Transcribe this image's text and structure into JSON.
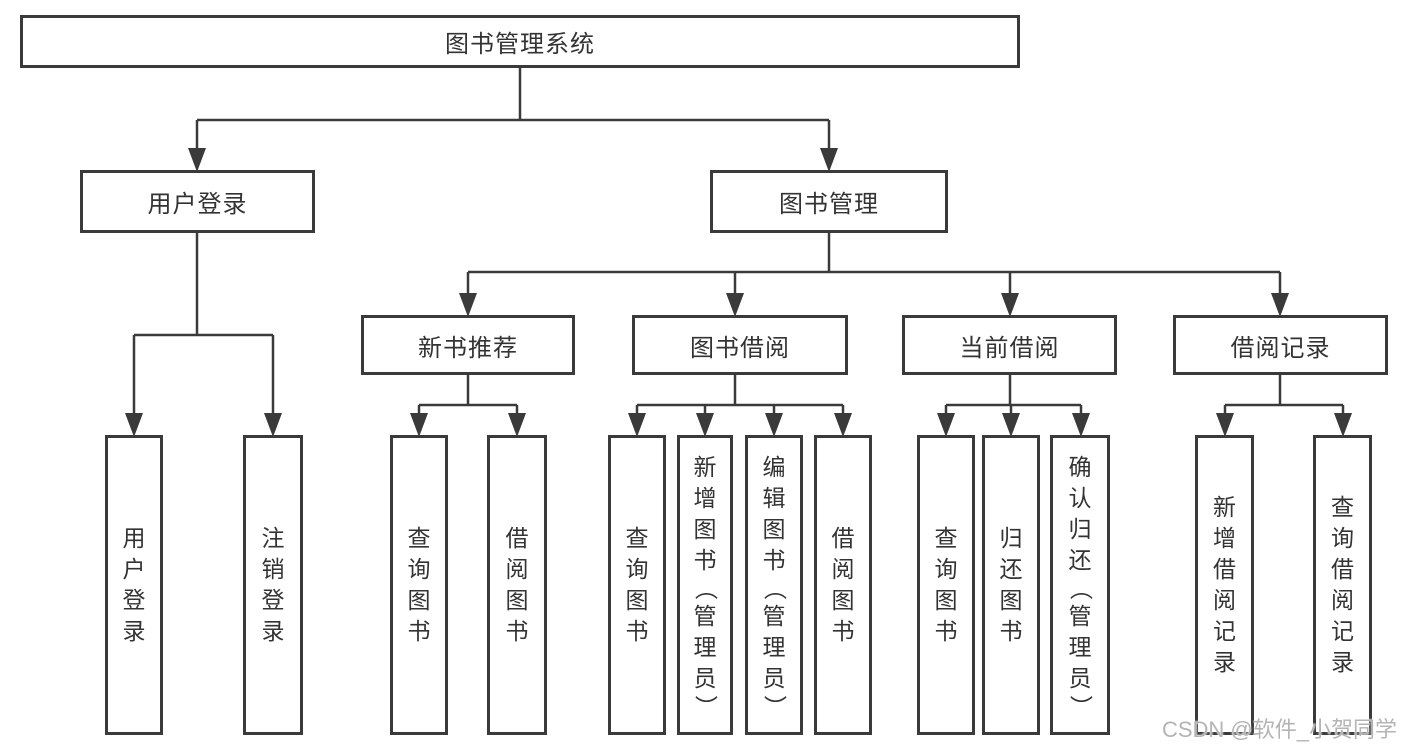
{
  "diagram": {
    "title": "图书管理系统",
    "root": {
      "label": "图书管理系统"
    },
    "level2": [
      {
        "label": "用户登录"
      },
      {
        "label": "图书管理"
      }
    ],
    "level3": [
      {
        "label": "新书推荐"
      },
      {
        "label": "图书借阅"
      },
      {
        "label": "当前借阅"
      },
      {
        "label": "借阅记录"
      }
    ],
    "leaves": {
      "user_login": [
        "用户登录",
        "注销登录"
      ],
      "new_books": [
        "查询图书",
        "借阅图书"
      ],
      "borrow": [
        "查询图书",
        "新增图书（管理员）",
        "编辑图书（管理员）",
        "借阅图书"
      ],
      "current": [
        "查询图书",
        "归还图书",
        "确认归还（管理员）"
      ],
      "records": [
        "新增借阅记录",
        "查询借阅记录"
      ]
    }
  },
  "watermark": {
    "text": "CSDN @软件_小贺同学"
  },
  "colors": {
    "line": "#3a3a3a",
    "text": "#333333",
    "watermark": "#b4b4b4",
    "box_background": "#ffffff"
  }
}
